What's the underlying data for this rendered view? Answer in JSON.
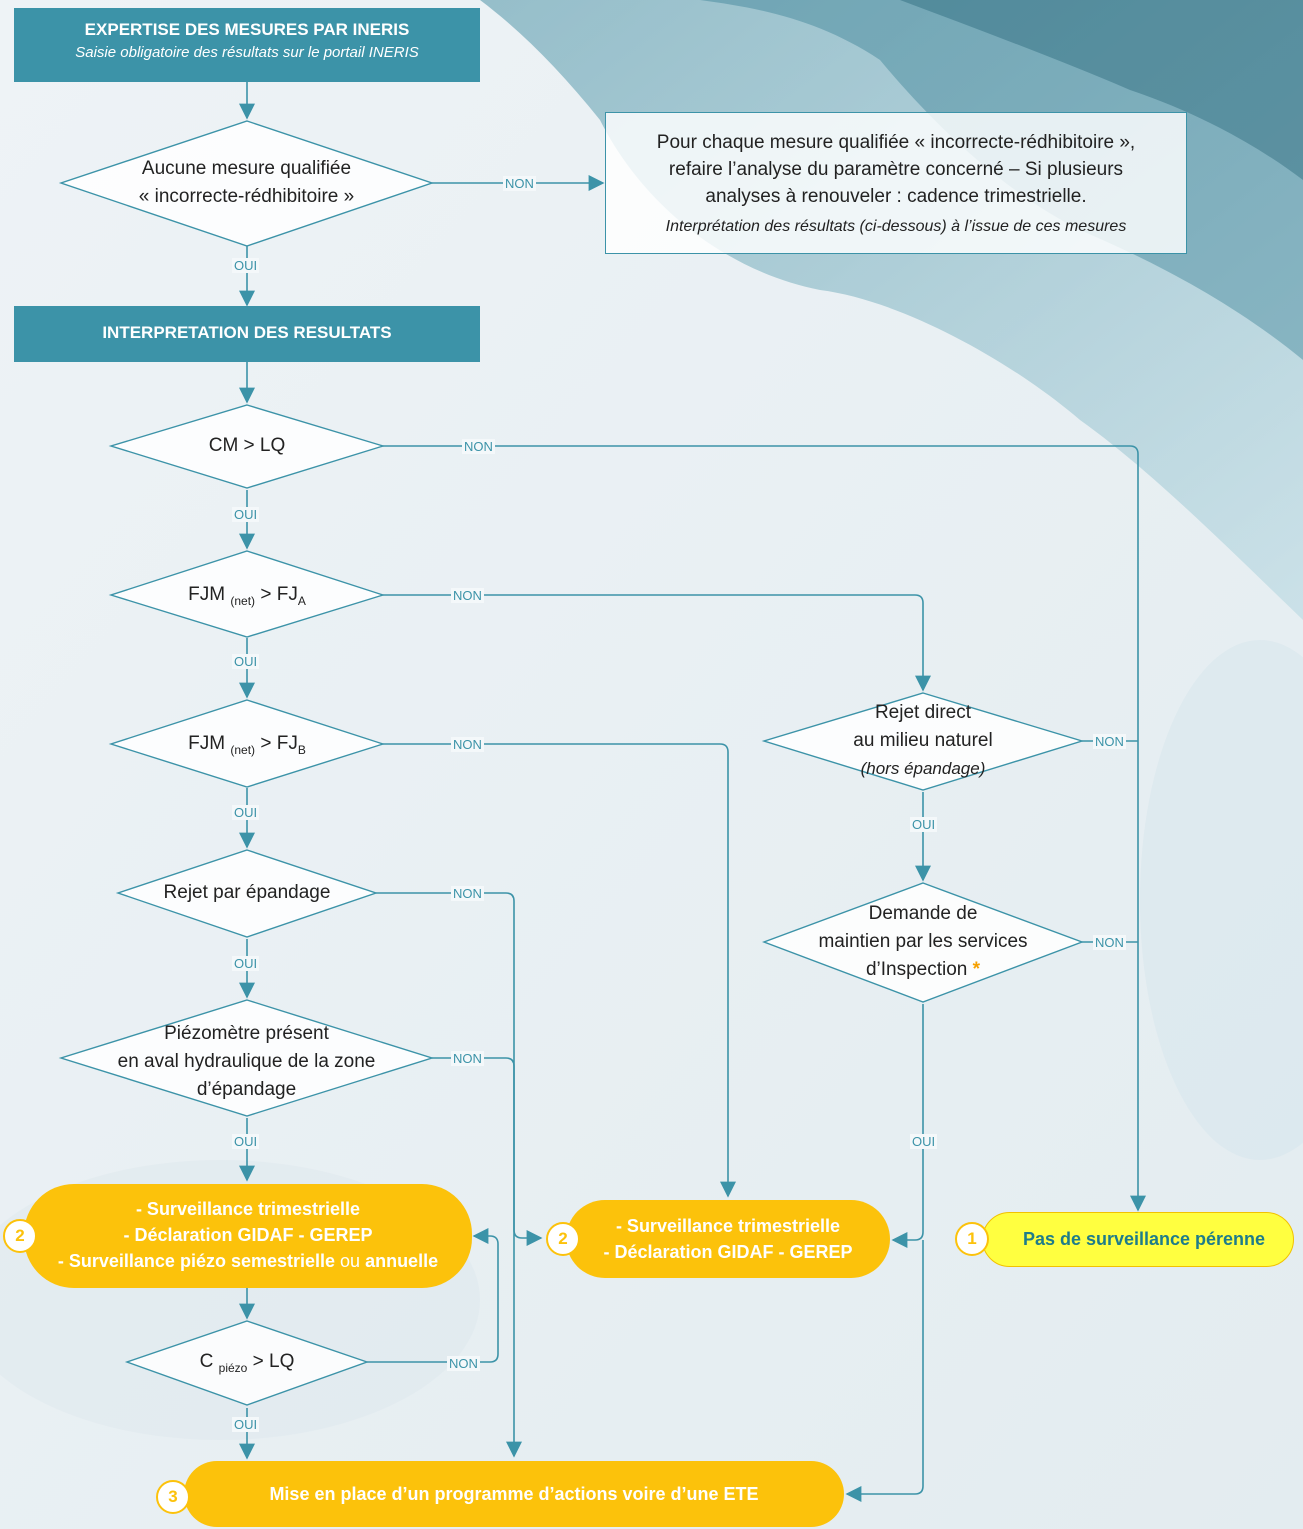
{
  "header_expertise": {
    "title": "EXPERTISE DES MESURES PAR INERIS",
    "subtitle": "Saisie obligatoire des résultats sur le portail INERIS"
  },
  "decision_incorrect": {
    "line1": "Aucune mesure qualifiée",
    "line2": "« incorrecte-rédhibitoire »"
  },
  "note_box": {
    "line1": "Pour chaque mesure qualifiée « incorrecte-rédhibitoire »,",
    "line2": "refaire l’analyse du paramètre concerné – Si plusieurs",
    "line3": "analyses à renouveler : cadence trimestrielle.",
    "line4": "Interprétation des résultats (ci-dessous) à l’issue de ces mesures"
  },
  "header_interpretation": {
    "title": "INTERPRETATION DES RESULTATS"
  },
  "decision_cm": {
    "text": "CM > LQ"
  },
  "decision_fja": {
    "main": "FJM ",
    "sub": "(net)",
    "mid": " > FJ",
    "sub2": "A"
  },
  "decision_fjb": {
    "main": "FJM ",
    "sub": "(net)",
    "mid": " > FJ",
    "sub2": "B"
  },
  "decision_epandage": {
    "text": "Rejet par épandage"
  },
  "decision_piezo": {
    "line1": "Piézomètre présent",
    "line2": "en aval hydraulique de la zone",
    "line3": "d’épandage"
  },
  "decision_cpiezo": {
    "main": "C ",
    "sub": "piézo",
    "mid": " > LQ"
  },
  "decision_rejet_direct": {
    "line1": "Rejet direct",
    "line2": "au milieu naturel",
    "line3": "(hors épandage)"
  },
  "decision_inspection": {
    "line1": "Demande de",
    "line2": "maintien par les services",
    "line3": "d’Inspection",
    "star": "*"
  },
  "labels": {
    "oui": "OUI",
    "non": "NON"
  },
  "result_left": {
    "number": "2",
    "line1": "- Surveillance trimestrielle",
    "line2": "- Déclaration GIDAF - GEREP",
    "line3a": "- Surveillance piézo semestrielle",
    "line3b": " ou ",
    "line3c": "annuelle"
  },
  "result_middle": {
    "number": "2",
    "line1": "- Surveillance trimestrielle",
    "line2": "- Déclaration GIDAF - GEREP"
  },
  "result_right": {
    "number": "1",
    "text": "Pas de surveillance pérenne"
  },
  "result_bottom": {
    "number": "3",
    "text": "Mise en place d’un programme d’actions voire d’une ETE"
  },
  "colors": {
    "teal": "#3c93a8",
    "orange": "#fcc20b",
    "yellow": "#ffff40",
    "yellow_text": "#1e7c8a",
    "star": "#f5a000"
  }
}
